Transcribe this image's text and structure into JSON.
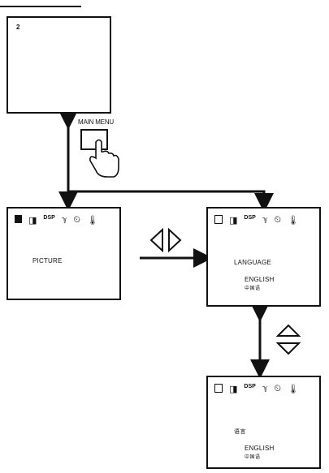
{
  "top_screen": {
    "channel": "2"
  },
  "button": {
    "label": "MAIN MENU"
  },
  "menu_icons": [
    "picture-icon",
    "sound-icon",
    "display-icon",
    "tuner-icon",
    "timer-icon",
    "setup-icon"
  ],
  "screen_picture": {
    "label": "PICTURE"
  },
  "screen_language": {
    "title": "LANGUAGE",
    "value": "ENGLISH",
    "sub": "中国语"
  },
  "screen_language_cn": {
    "title": "语言",
    "value": "ENGLISH",
    "sub": "中国语"
  }
}
